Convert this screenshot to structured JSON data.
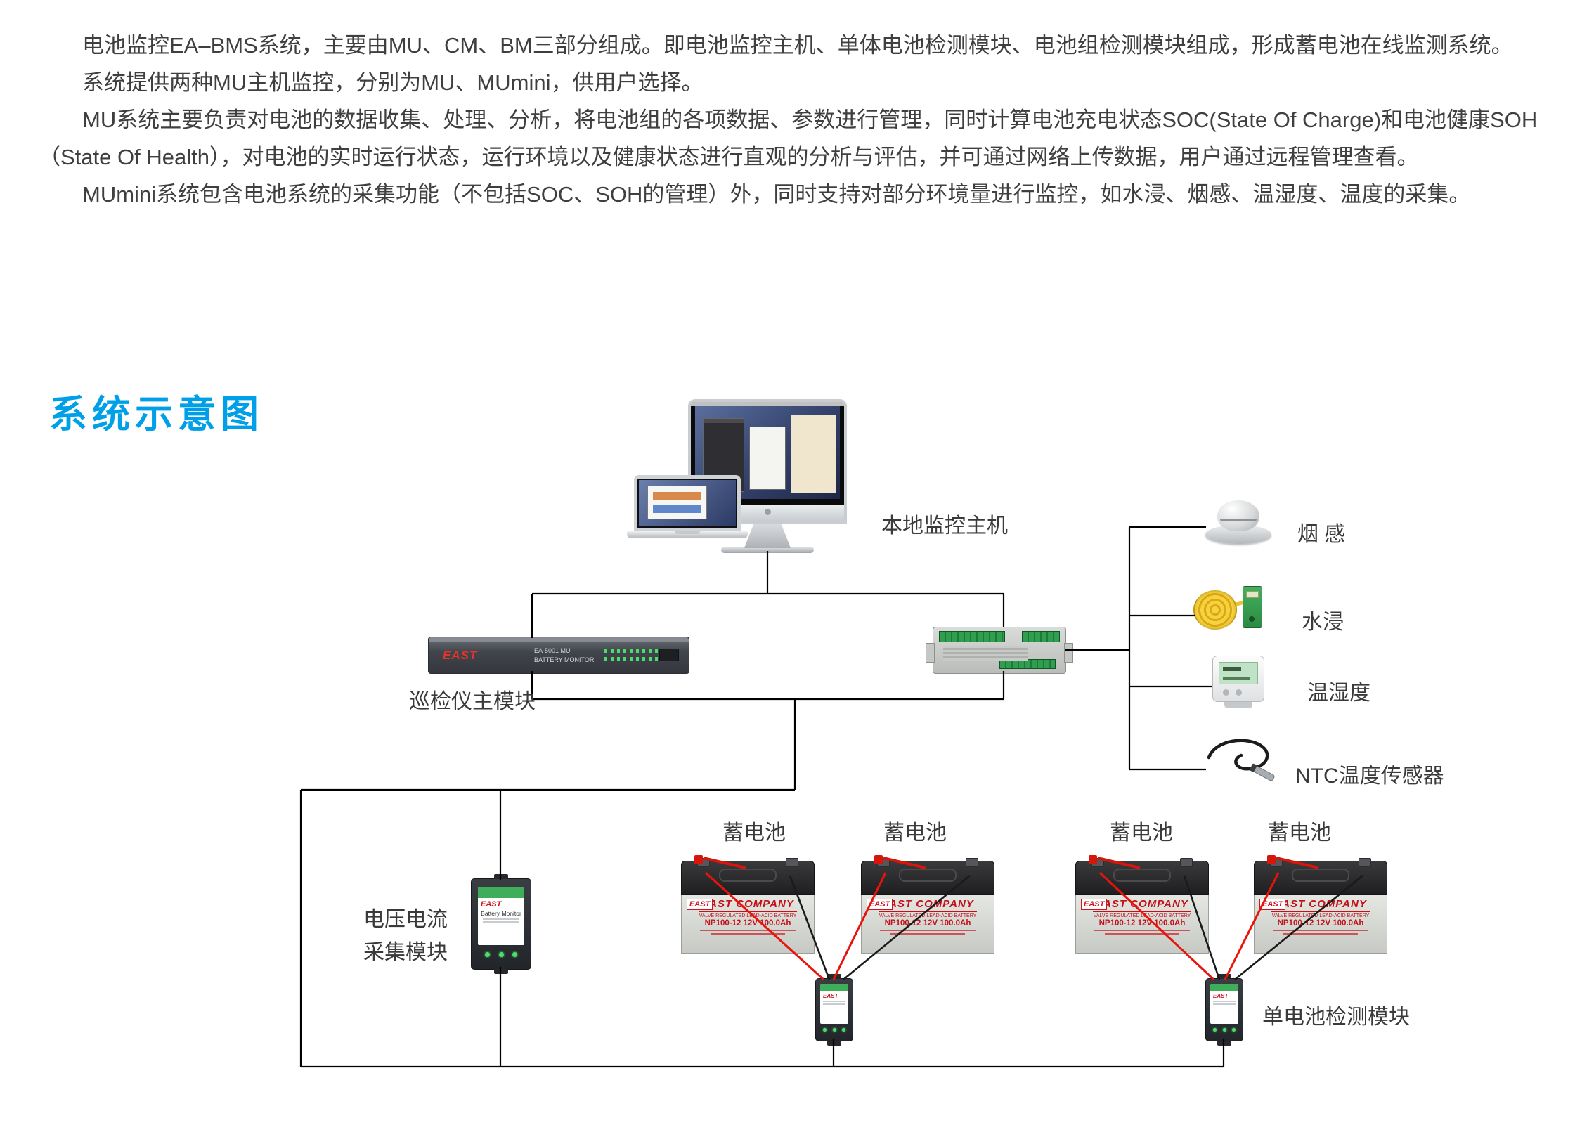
{
  "intro": {
    "p1": "电池监控EA–BMS系统，主要由MU、CM、BM三部分组成。即电池监控主机、单体电池检测模块、电池组检测模块组成，形成蓄电池在线监测系统。",
    "p2": "系统提供两种MU主机监控，分别为MU、MUmini，供用户选择。",
    "p3": "MU系统主要负责对电池的数据收集、处理、分析，将电池组的各项数据、参数进行管理，同时计算电池充电状态SOC(State Of Charge)和电池健康SOH（State Of Health），对电池的实时运行状态，运行环境以及健康状态进行直观的分析与评估，并可通过网络上传数据，用户通过远程管理查看。",
    "p4": "MUmini系统包含电池系统的采集功能（不包括SOC、SOH的管理）外，同时支持对部分环境量进行监控，如水浸、烟感、温湿度、温度的采集。"
  },
  "heading": "系统示意图",
  "diagram": {
    "labels": {
      "host": "本地监控主机",
      "smoke": "烟 感",
      "water": "水浸",
      "temp_humidity": "温湿度",
      "ntc": "NTC温度传感器",
      "inspection_module": "巡检仪主模块",
      "voltage_current_line1": "电压电流",
      "voltage_current_line2": "采集模块",
      "single_battery_module": "单电池检测模块"
    },
    "battery_labels": [
      "蓄电池",
      "蓄电池",
      "蓄电池",
      "蓄电池"
    ],
    "devices": {
      "rack_brand": "EAST",
      "rack_model_l1": "EA-5001 MU",
      "rack_model_l2": "BATTERY MONITOR",
      "battery_brand": "EAST",
      "battery_company": "EAST COMPANY",
      "battery_sub": "VALVE REGULATED LEAD-ACID BATTERY",
      "battery_model": "NP100-12 12V 100.0Ah",
      "module_brand": "EAST",
      "module_title": "Battery Monitor"
    },
    "colors": {
      "heading": "#00a0e9",
      "wire_red": "#e8140c",
      "wire_black": "#1a1a1a",
      "line_black": "#000000",
      "brand_red": "#cf1322"
    }
  }
}
